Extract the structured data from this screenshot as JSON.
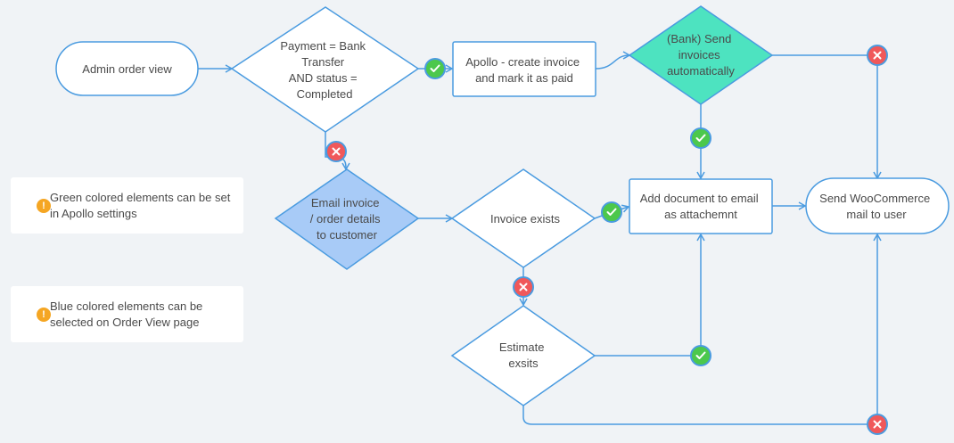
{
  "nodes": {
    "admin_order_view": "Admin order view",
    "payment_check": [
      "Payment = Bank",
      "Transfer",
      "AND status =",
      "Completed"
    ],
    "apollo_create_invoice": [
      "Apollo - create invoice",
      "and mark it as paid"
    ],
    "bank_send_invoices": [
      "(Bank) Send",
      "invoices",
      "automatically"
    ],
    "email_invoice": [
      "Email invoice",
      "/ order details",
      "to customer"
    ],
    "invoice_exists": "Invoice exists",
    "add_document": [
      "Add document to email",
      "as attachemnt"
    ],
    "send_woocommerce": [
      "Send WooCommerce",
      "mail to user"
    ],
    "estimate_exists": [
      "Estimate",
      "exsits"
    ]
  },
  "notes": [
    {
      "icon": "!",
      "text": "Green colored elements can be set in Apollo settings"
    },
    {
      "icon": "!",
      "text": "Blue colored elements can be selected on Order View page"
    }
  ],
  "colors": {
    "line": "#4a9be0",
    "node_border": "#4a9be0",
    "node_fill": "#ffffff",
    "green_node": "#4de3c0",
    "blue_node": "#a8cbf7",
    "yes_badge": "#4cc84c",
    "no_badge": "#f0585a",
    "note_icon": "#f5a623",
    "background": "#f0f3f6"
  },
  "icons": {
    "yes": "check-icon",
    "no": "cross-icon",
    "note": "exclamation-icon"
  }
}
